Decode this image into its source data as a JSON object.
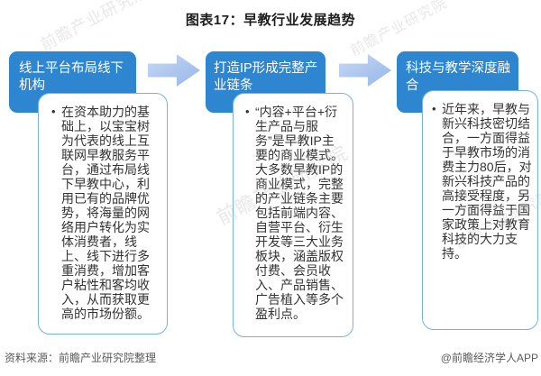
{
  "title": "图表17：早教行业发展趋势",
  "bullet": "•",
  "stages": [
    {
      "header": "线上平台布局线下机构",
      "body": "在资本助力的基础上，以宝宝树为代表的线上互联网早教服务平台，通过布局线下早教中心，利用已有的品牌优势，将海量的网络用户转化为实体消费者，线上、线下进行多重消费，增加客户粘性和客均收入，从而获取更高的市场份额。"
    },
    {
      "header": "打造IP形成完整产业链条",
      "body": "“内容+平台+衍生产品与服务”是早教IP主要的商业模式。大多数早教IP的商业模式，完整的产业链条主要包括前端内容、自营平台、衍生开发等三大业务板块，涵盖版权付费、会员收入、产品销售、广告植入等多个盈利点。"
    },
    {
      "header": "科技与教学深度融合",
      "body": "近年来，早教与新兴科技密切结合，一方面得益于早教市场的消费主力80后，对新兴科技产品的高接受程度，另一方面得益于国家政策上对教育科技的大力支持。"
    }
  ],
  "footer": {
    "source": "资料来源：前瞻产业研究院整理",
    "credit": "@前瞻经济学人APP"
  },
  "watermark": {
    "text": "前瞻产业研究院"
  },
  "colors": {
    "stage_header_bg": "#2e86d0",
    "arrow_fill": "#a9c4ee",
    "card_border": "#76b3df",
    "body_text": "#333333",
    "footer_text": "#5a5a5a"
  }
}
